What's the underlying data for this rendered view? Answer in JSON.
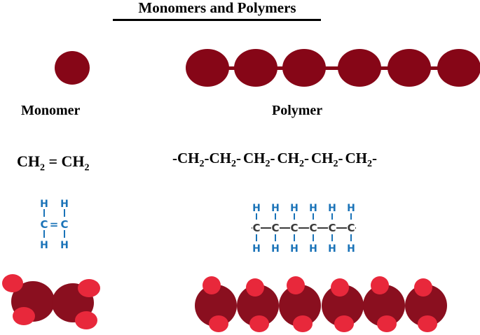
{
  "title": "Monomers and Polymers",
  "monomer": {
    "label": "Monomer",
    "formula_left": {
      "text": "CH",
      "sub": "2"
    },
    "bond": "=",
    "formula_right": {
      "text": "CH",
      "sub": "2"
    }
  },
  "polymer": {
    "label": "Polymer",
    "formula_units": [
      {
        "pre": "-CH",
        "sub": "2",
        "post": "-"
      },
      {
        "pre": "CH",
        "sub": "2",
        "post": "-"
      },
      {
        "pre": "CH",
        "sub": "2",
        "post": "-"
      },
      {
        "pre": "CH",
        "sub": "2",
        "post": "-"
      },
      {
        "pre": "CH",
        "sub": "2",
        "post": "-"
      },
      {
        "pre": "CH",
        "sub": "2",
        "post": "-"
      }
    ]
  },
  "structure": {
    "hydrogen": "H",
    "carbon": "C",
    "double_bond": "=",
    "chain_carbons": 6
  },
  "colors": {
    "bead": "#860617",
    "carbon_ball": "#8a0f1f",
    "hydrogen_ball": "#e8283b",
    "hydrogen_text": "#1a73b8",
    "carbon_text": "#3a3a3a"
  }
}
